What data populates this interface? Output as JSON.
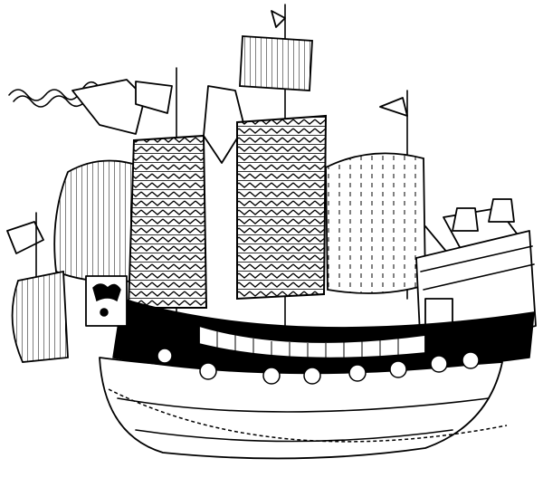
{
  "illustration": {
    "colors": {
      "ink": "#000000",
      "paper": "#ffffff"
    },
    "parts": [
      "hull",
      "main-sail",
      "fore-sail",
      "mizzen-sail",
      "top-sail",
      "stern-castle",
      "pennants",
      "anchor-chain"
    ]
  }
}
